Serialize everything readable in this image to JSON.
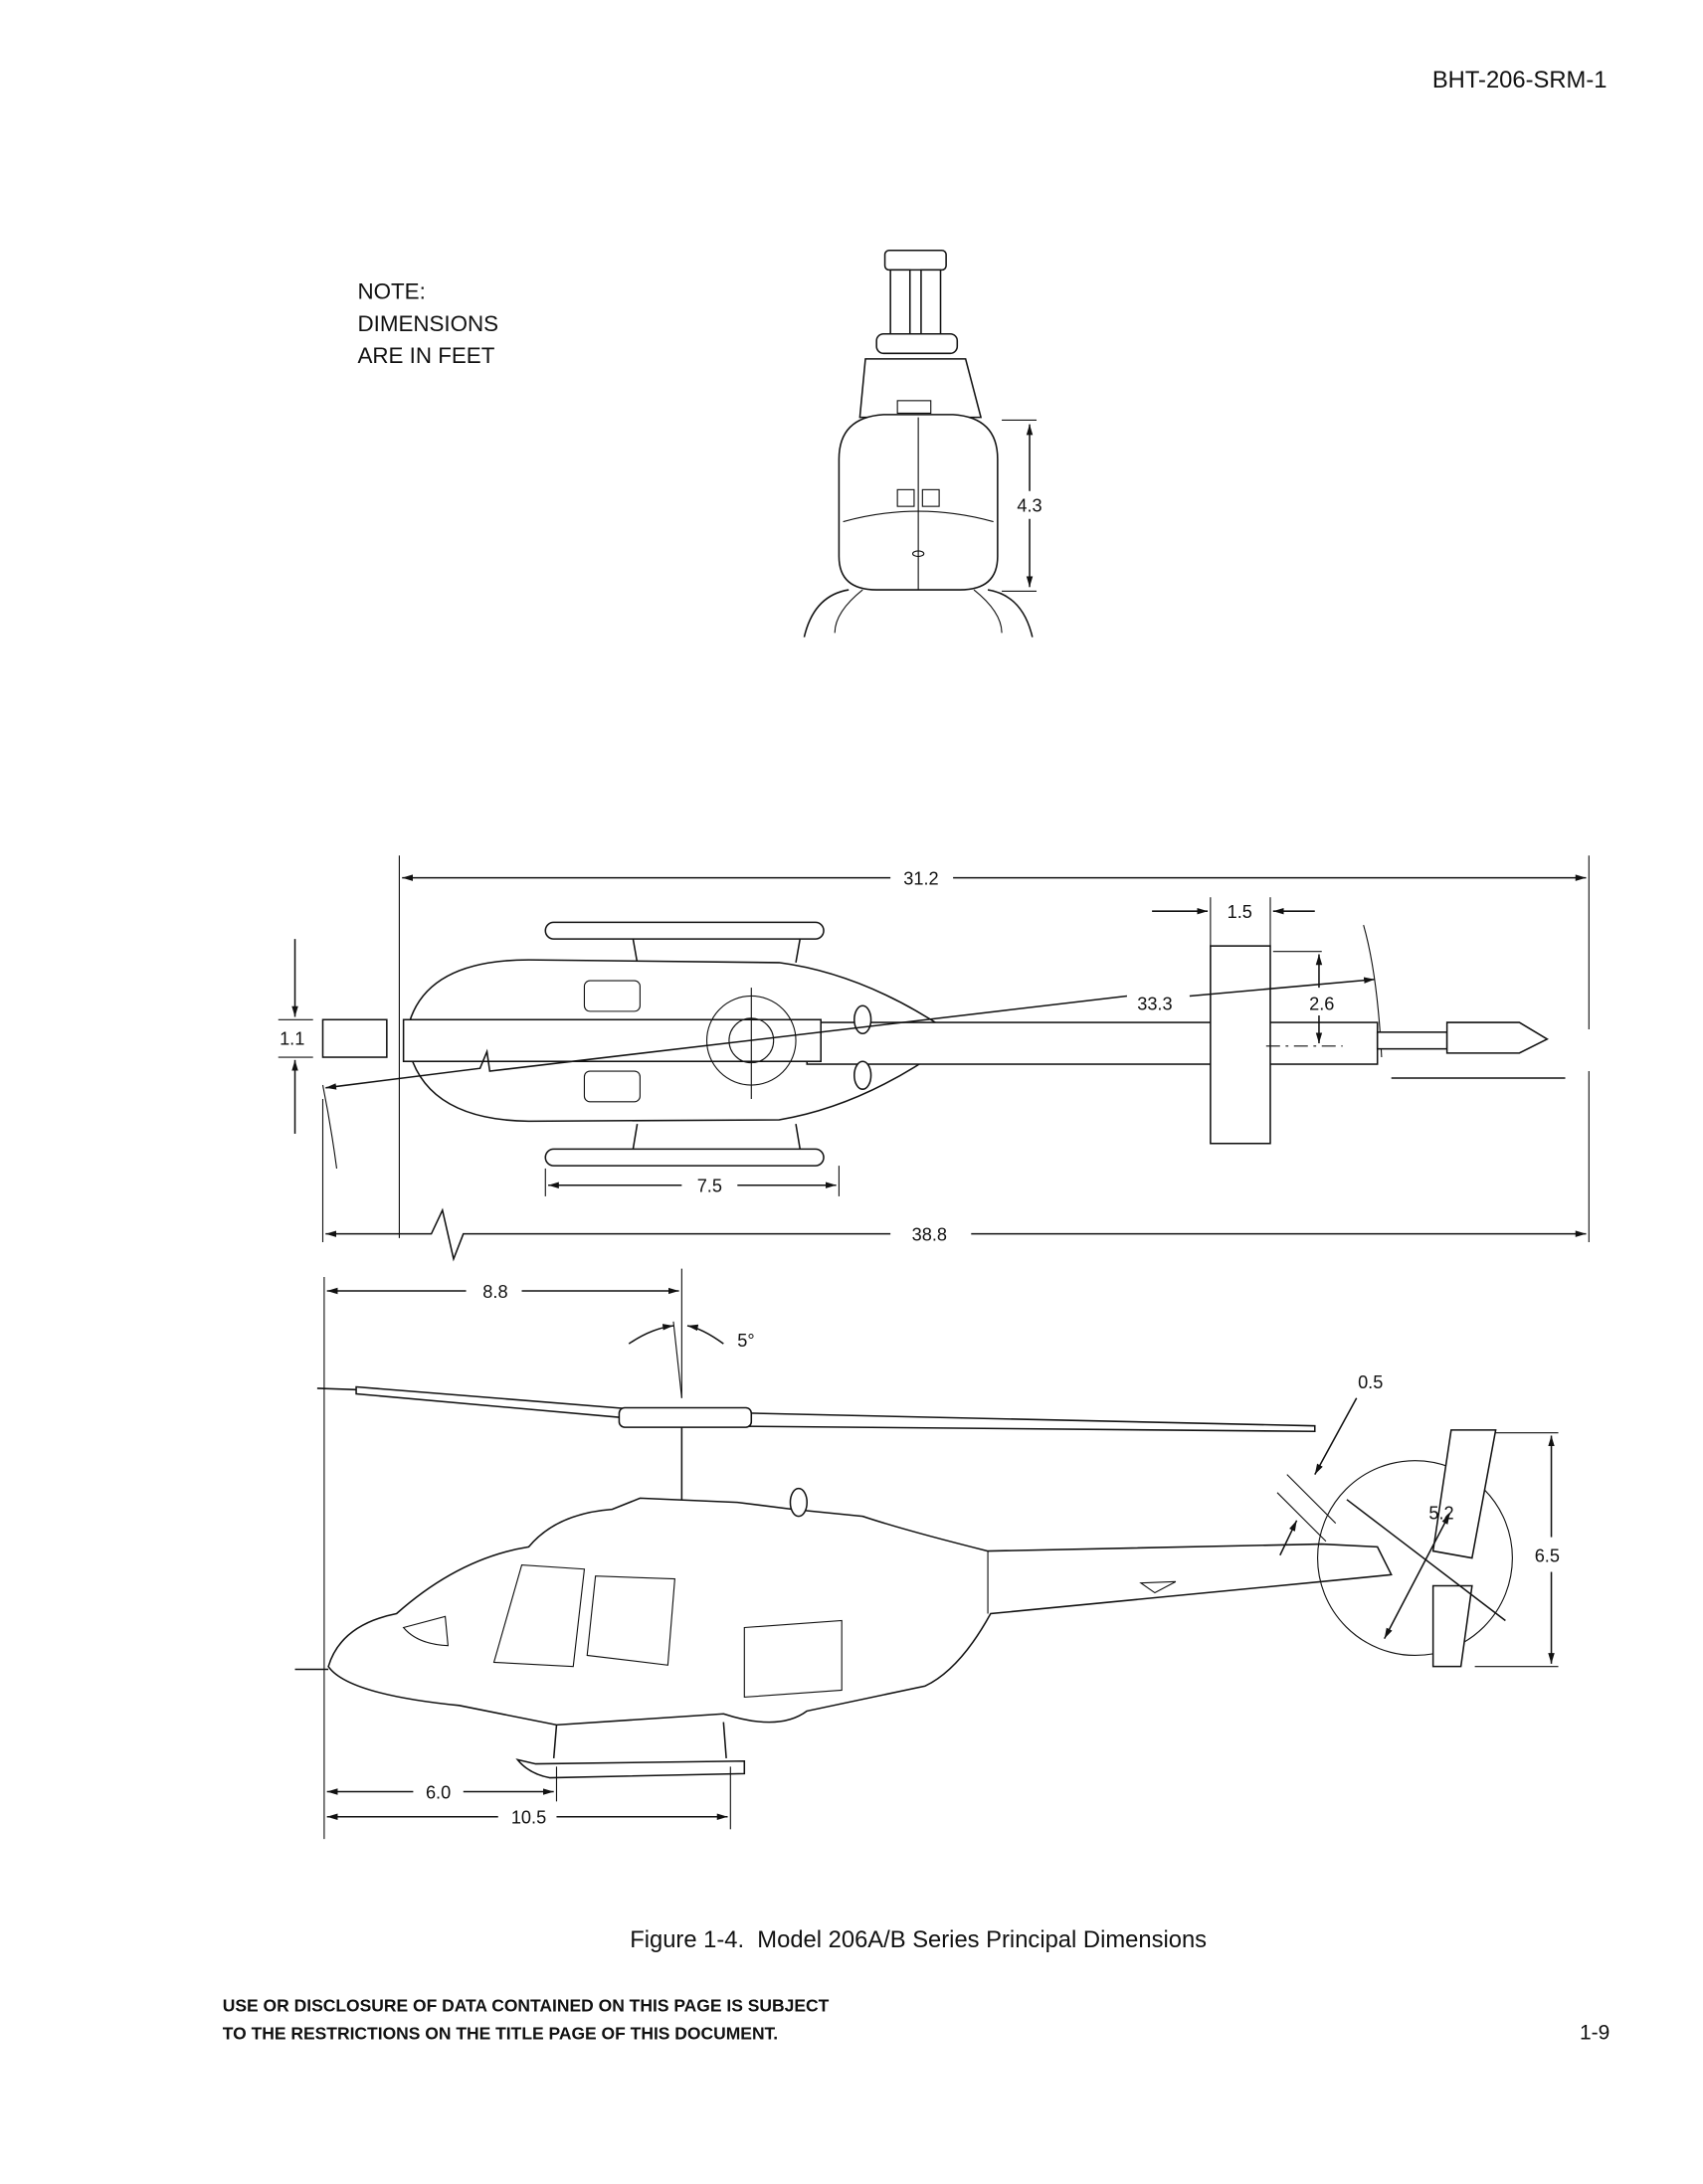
{
  "header": {
    "doc_id": "BHT-206-SRM-1"
  },
  "note": {
    "lines": [
      "NOTE:",
      "DIMENSIONS",
      "ARE IN FEET"
    ]
  },
  "front_view": {
    "height_label": "4.3"
  },
  "top_view": {
    "fuselage_length": "31.2",
    "overall_length": "38.8",
    "main_rotor_diameter": "33.3",
    "stabilizer_chord": "1.5",
    "stabilizer_offset": "2.6",
    "blade_chord": "1.1",
    "skid_width": "7.5"
  },
  "side_view": {
    "rotor_to_nose": "8.8",
    "mast_tilt": "5°",
    "tail_rotor_clearance": "0.5",
    "tail_rotor_diameter": "5.2",
    "tail_height": "6.5",
    "forward_cross_tube": "6.0",
    "aft_cross_tube": "10.5"
  },
  "caption": "Figure 1-4.  Model 206A/B Series Principal Dimensions",
  "footer": {
    "restriction_lines": [
      "USE OR DISCLOSURE OF DATA CONTAINED ON THIS PAGE IS SUBJECT",
      "TO THE RESTRICTIONS ON THE TITLE PAGE OF THIS DOCUMENT."
    ],
    "page_number": "1-9"
  }
}
